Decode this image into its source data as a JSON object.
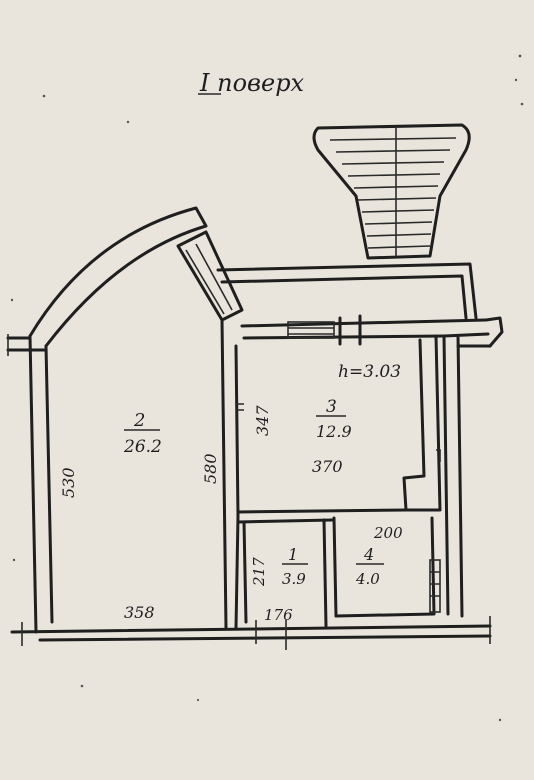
{
  "title": "I поверх",
  "height_label": "h=3.03",
  "rooms": [
    {
      "id": "2",
      "area": "26.2"
    },
    {
      "id": "3",
      "area": "12.9"
    },
    {
      "id": "1",
      "area": "3.9"
    },
    {
      "id": "4",
      "area": "4.0"
    }
  ],
  "dimensions": {
    "room2_width": "358",
    "room2_height_left": "530",
    "room2_height_right": "580",
    "room3_width": "370",
    "room3_height": "347",
    "room1_width": "176",
    "room1_height": "217",
    "room4_width": "200"
  },
  "colors": {
    "paper": "#e9e5dd",
    "ink": "#1f1f1f"
  }
}
